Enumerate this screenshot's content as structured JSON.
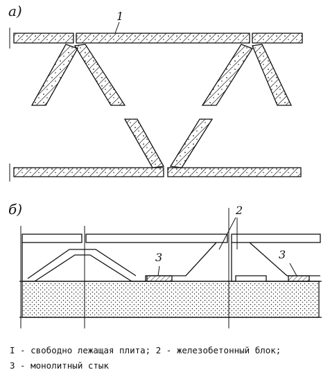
{
  "panels": {
    "a": {
      "label": "а)"
    },
    "b": {
      "label": "б)"
    }
  },
  "callouts": {
    "slab": "1",
    "block": "2",
    "joint_left": "3",
    "joint_right": "3"
  },
  "legend": {
    "line1": "I - свободно лежащая плита; 2 - железобетонный блок;",
    "line2": "3 - монолитный стык"
  }
}
